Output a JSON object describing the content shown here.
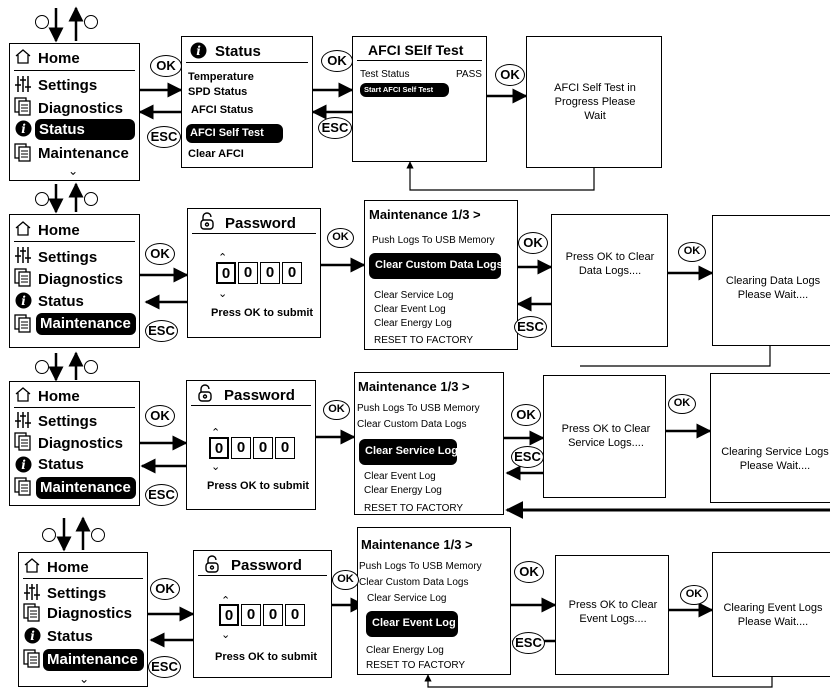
{
  "menu": {
    "home": "Home",
    "settings": "Settings",
    "diagnostics": "Diagnostics",
    "status": "Status",
    "maintenance": "Maintenance"
  },
  "buttons": {
    "ok": "OK",
    "esc": "ESC"
  },
  "status_screen": {
    "title": "Status",
    "items": [
      "Temperature",
      "SPD Status",
      "AFCI Status",
      "AFCI Self Test",
      "Clear AFCI"
    ]
  },
  "afci_test_screen": {
    "title": "AFCI SElf Test",
    "test_status_label": "Test Status",
    "test_status_value": "PASS",
    "start_button": "Start AFCI Self Test"
  },
  "afci_progress_message": "AFCI Self Test in Progress Please Wait",
  "password_screen": {
    "title": "Password",
    "digits": [
      "0",
      "0",
      "0",
      "0"
    ],
    "hint": "Press OK to submit"
  },
  "maintenance_screen": {
    "title": "Maintenance 1/3 >",
    "items": [
      "Push Logs To USB Memory",
      "Clear Custom Data Logs",
      "Clear Service Log",
      "Clear Event Log",
      "Clear Energy Log",
      "RESET TO FACTORY"
    ]
  },
  "confirm_messages": {
    "data": "Press OK to Clear Data Logs....",
    "service": "Press OK to Clear Service Logs....",
    "event": "Press OK to Clear Event Logs...."
  },
  "wait_messages": {
    "data": "Clearing Data Logs Please Wait....",
    "service": "Clearing Service Logs Please Wait....",
    "event": "Clearing Event Logs Please Wait...."
  },
  "nav_glyph": "⌃"
}
